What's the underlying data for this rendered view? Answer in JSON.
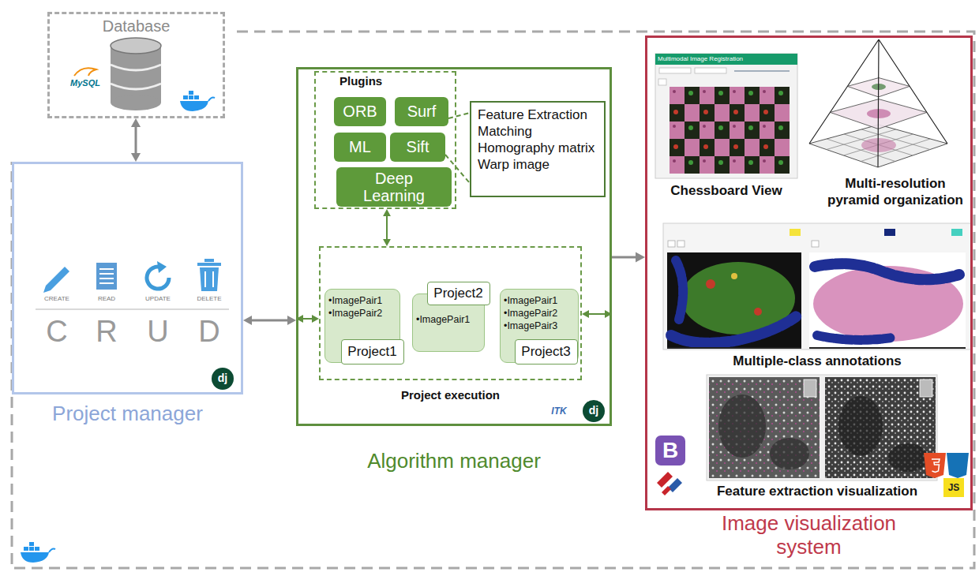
{
  "diagram": {
    "nodes": [
      {
        "text": [
          "Database"
        ]
      },
      {
        "text": [
          "Project manager"
        ]
      },
      {
        "text": [
          "Algorithm manager"
        ]
      },
      {
        "text": [
          "Plugins"
        ],
        "in": 2
      },
      {
        "text": [
          "ORB"
        ],
        "in": 3
      },
      {
        "text": [
          "Surf"
        ],
        "in": 3
      },
      {
        "text": [
          "ML"
        ],
        "in": 3
      },
      {
        "text": [
          "Sift"
        ],
        "in": 3
      },
      {
        "text": [
          "Deep Learning"
        ],
        "in": 3
      },
      {
        "text": [
          "Feature Extraction",
          "Matching",
          "Homography matrix",
          "Warp image"
        ],
        "in": 2
      },
      {
        "text": [
          "Project execution"
        ],
        "in": 2
      },
      {
        "text": [
          "•ImagePair1",
          "•ImagePair2"
        ],
        "in": 10
      },
      {
        "text": [
          "Project1"
        ],
        "in": 11
      },
      {
        "text": [
          "•ImagePair1"
        ],
        "in": 10
      },
      {
        "text": [
          "Project2"
        ],
        "in": 13
      },
      {
        "text": [
          "•ImagePair1",
          "•ImagePair2",
          "•ImagePair3"
        ],
        "in": 10
      },
      {
        "text": [
          "Project3"
        ],
        "in": 15
      },
      {
        "text": [
          "Image visualization system"
        ]
      }
    ],
    "edges": [
      {
        "from": 0,
        "to": 1,
        "arrow": "both"
      },
      {
        "from": 1,
        "to": 2,
        "arrow": "both"
      },
      {
        "from": 2,
        "to": 17,
        "arrow": "to"
      },
      {
        "from": 3,
        "to": 10,
        "arrow": "both"
      },
      {
        "from": 5,
        "to": 9,
        "arrow": "none"
      },
      {
        "from": 7,
        "to": 9,
        "arrow": "none"
      },
      {
        "from": 2,
        "to": 10,
        "arrow": "both"
      },
      {
        "from": 10,
        "to": 2,
        "arrow": "both"
      }
    ],
    "labels": [
      "MySQL",
      "CREATE",
      "READ",
      "UPDATE",
      "DELETE",
      "C",
      "R",
      "U",
      "D",
      "dj",
      "ITK",
      "dj",
      "Multimodal Image Registration",
      "Chessboard View",
      "Multi-resolution pyramid organization",
      "Multiple-class annotations",
      "Feature extraction visualization",
      "B",
      "JS"
    ]
  }
}
